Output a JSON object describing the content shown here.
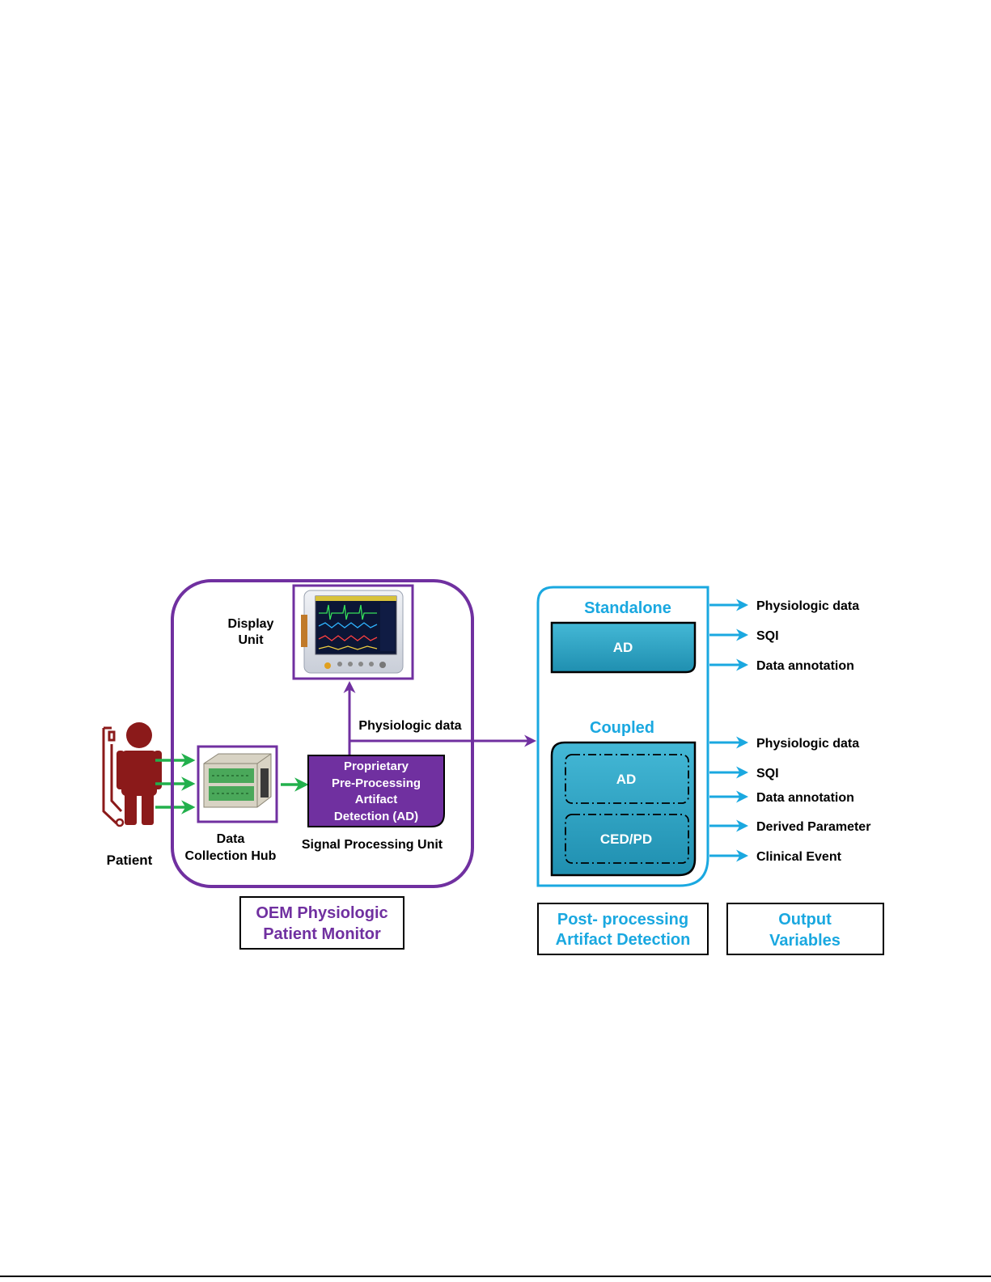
{
  "colors": {
    "purple": "#7030a0",
    "cyan": "#1aa8e0",
    "green": "#22b04c",
    "patient": "#8b1a1a",
    "teal_box": "#2ea6c7",
    "teal_box_dark": "#1b7f9c"
  },
  "patient": {
    "label": "Patient",
    "icon": "patient-with-iv-icon"
  },
  "oem_monitor": {
    "display_unit": {
      "line1": "Display",
      "line2": "Unit",
      "icon": "patient-monitor-screen-icon"
    },
    "hub": {
      "line1": "Data",
      "line2": "Collection Hub",
      "icon": "data-collection-hub-device-icon"
    },
    "processor": {
      "lines": [
        "Proprietary",
        "Pre-Processing",
        "Artifact",
        "Detection (AD)"
      ],
      "caption": "Signal Processing Unit"
    },
    "arrow_label": "Physiologic data",
    "legend": {
      "line1": "OEM Physiologic",
      "line2": "Patient Monitor"
    }
  },
  "post_processing": {
    "standalone": {
      "title": "Standalone",
      "box": "AD"
    },
    "coupled": {
      "title": "Coupled",
      "box_top": "AD",
      "box_bottom": "CED/PD"
    },
    "legend": {
      "line1": "Post- processing",
      "line2": "Artifact Detection"
    }
  },
  "outputs": {
    "standalone": [
      "Physiologic data",
      "SQI",
      "Data annotation"
    ],
    "coupled": [
      "Physiologic data",
      "SQI",
      "Data annotation",
      "Derived Parameter",
      "Clinical Event"
    ],
    "legend": {
      "line1": "Output",
      "line2": "Variables"
    }
  }
}
